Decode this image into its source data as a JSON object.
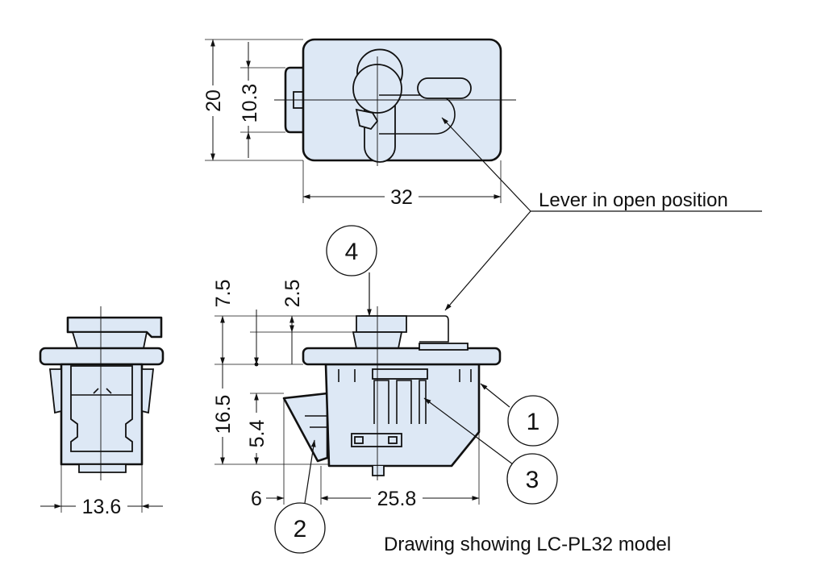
{
  "diagram": {
    "caption": "Drawing showing LC-PL32 model",
    "lever_label": "Lever in open position",
    "dimensions": {
      "top_height": "20",
      "top_offset": "10.3",
      "top_width": "32",
      "front_lever_height": "7.5",
      "front_lever_gap": "2.5",
      "front_body_height": "16.5",
      "front_hook_height": "5.4",
      "front_hook_width": "6",
      "front_body_width": "25.8",
      "side_width": "13.6"
    },
    "part_numbers": [
      "1",
      "2",
      "3",
      "4"
    ]
  }
}
